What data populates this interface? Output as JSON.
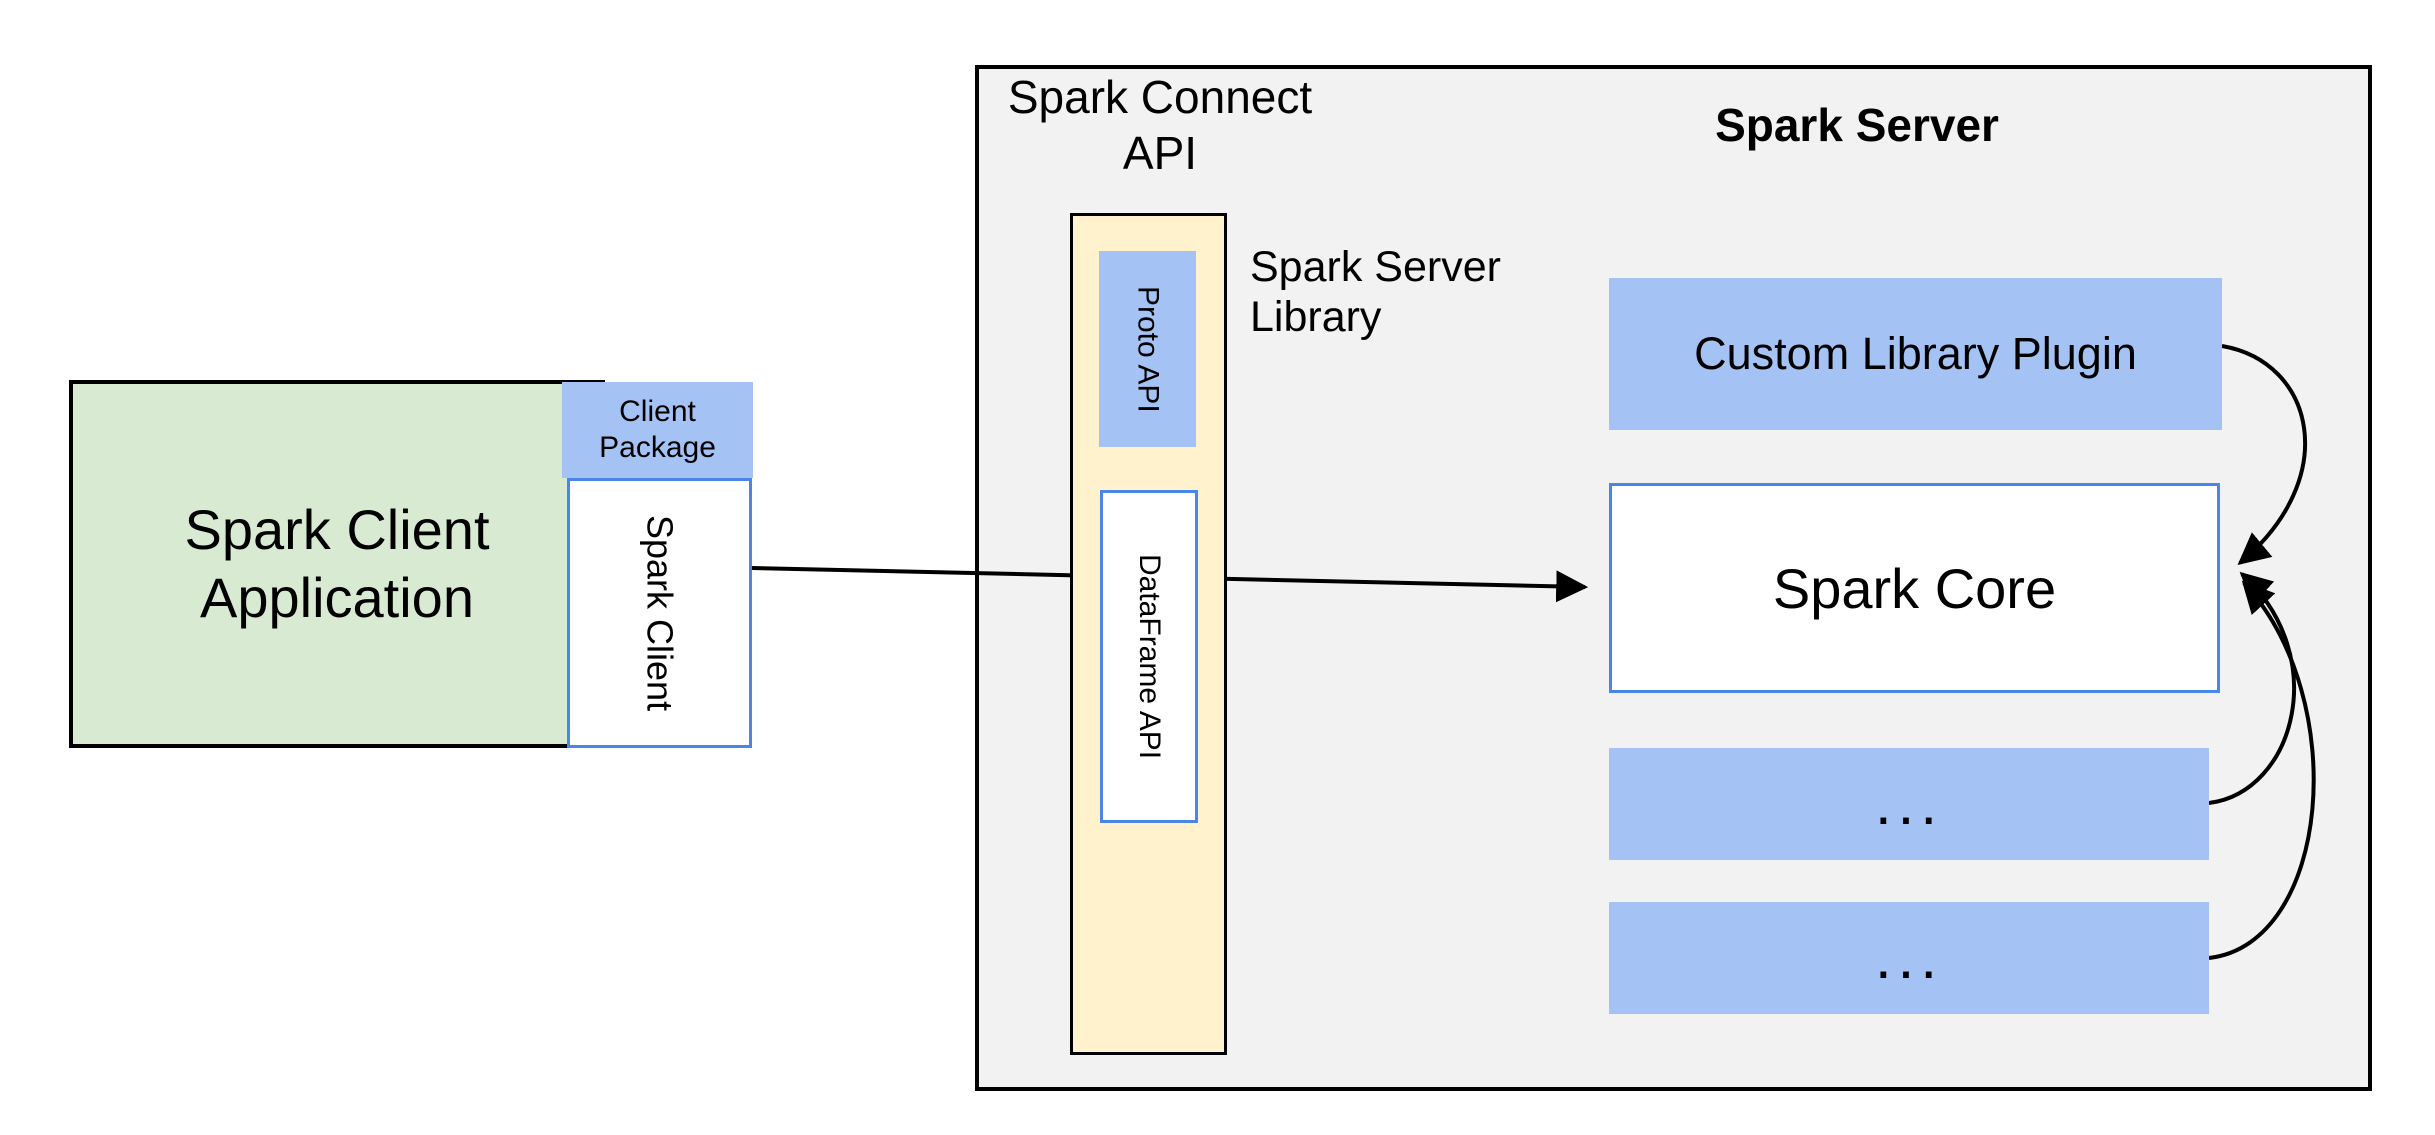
{
  "diagram": {
    "client": {
      "app_label": "Spark Client\nApplication",
      "package_label": "Client\nPackage",
      "client_label": "Spark Client"
    },
    "connect_api": {
      "title": "Spark Connect\nAPI",
      "proto_api_label": "Proto API",
      "dataframe_api_label": "DataFrame API",
      "server_library_label": "Spark Server\nLibrary"
    },
    "server": {
      "title": "Spark Server",
      "custom_plugin_label": "Custom Library Plugin",
      "core_label": "Spark Core",
      "ellipsis_1": "...",
      "ellipsis_2": "..."
    },
    "colors": {
      "client_app_fill": "#D9EAD3",
      "blue_fill": "#A4C2F4",
      "connect_api_fill": "#FFF2CC",
      "server_fill": "#F2F2F2",
      "blue_border": "#4A86E8",
      "arrow": "#000000"
    }
  }
}
